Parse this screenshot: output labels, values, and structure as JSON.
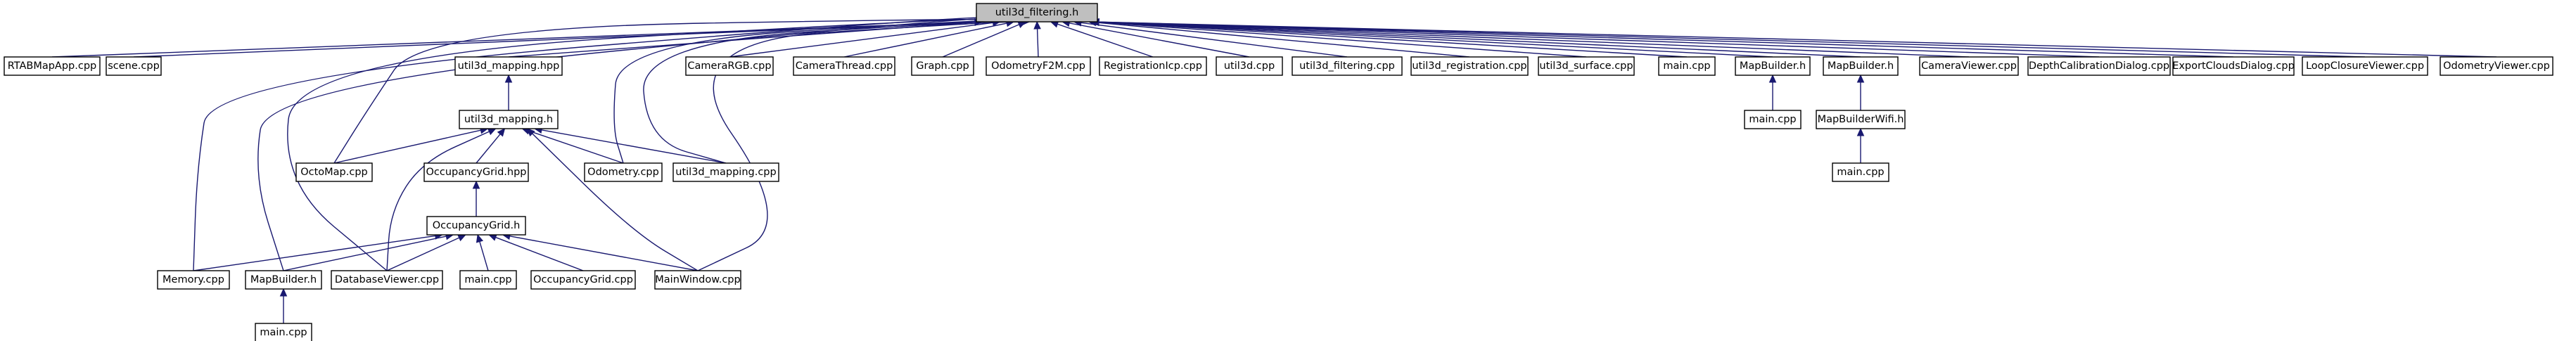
{
  "graph": {
    "root": "util3d_filtering.h",
    "nodes": [
      {
        "id": "root",
        "label": "util3d_filtering.h",
        "root": true
      },
      {
        "id": "rtabmapapp",
        "label": "RTABMapApp.cpp"
      },
      {
        "id": "scene",
        "label": "scene.cpp"
      },
      {
        "id": "mappinghpp",
        "label": "util3d_mapping.hpp"
      },
      {
        "id": "camerargb",
        "label": "CameraRGB.cpp"
      },
      {
        "id": "camerathread",
        "label": "CameraThread.cpp"
      },
      {
        "id": "graphcpp",
        "label": "Graph.cpp"
      },
      {
        "id": "odomf2m",
        "label": "OdometryF2M.cpp"
      },
      {
        "id": "regicp",
        "label": "RegistrationIcp.cpp"
      },
      {
        "id": "util3dcpp",
        "label": "util3d.cpp"
      },
      {
        "id": "filtcpp",
        "label": "util3d_filtering.cpp"
      },
      {
        "id": "regcpp",
        "label": "util3d_registration.cpp"
      },
      {
        "id": "surfcpp",
        "label": "util3d_surface.cpp"
      },
      {
        "id": "main1",
        "label": "main.cpp"
      },
      {
        "id": "mapbuilderh1",
        "label": "MapBuilder.h"
      },
      {
        "id": "mapbuilderh2",
        "label": "MapBuilder.h"
      },
      {
        "id": "camviewer",
        "label": "CameraViewer.cpp"
      },
      {
        "id": "depthcal",
        "label": "DepthCalibrationDialog.cpp"
      },
      {
        "id": "exportclouds",
        "label": "ExportCloudsDialog.cpp"
      },
      {
        "id": "loopclosure",
        "label": "LoopClosureViewer.cpp"
      },
      {
        "id": "odomviewer",
        "label": "OdometryViewer.cpp"
      },
      {
        "id": "mappingh",
        "label": "util3d_mapping.h"
      },
      {
        "id": "main2",
        "label": "main.cpp"
      },
      {
        "id": "mapbuilderwifi",
        "label": "MapBuilderWifi.h"
      },
      {
        "id": "octomap",
        "label": "OctoMap.cpp"
      },
      {
        "id": "occgridhpp",
        "label": "OccupancyGrid.hpp"
      },
      {
        "id": "odometry",
        "label": "Odometry.cpp"
      },
      {
        "id": "mappingcpp",
        "label": "util3d_mapping.cpp"
      },
      {
        "id": "main3",
        "label": "main.cpp"
      },
      {
        "id": "occgridh",
        "label": "OccupancyGrid.h"
      },
      {
        "id": "memory",
        "label": "Memory.cpp"
      },
      {
        "id": "mapbuilderh3",
        "label": "MapBuilder.h"
      },
      {
        "id": "dbviewer",
        "label": "DatabaseViewer.cpp"
      },
      {
        "id": "main4",
        "label": "main.cpp"
      },
      {
        "id": "occgridcpp",
        "label": "OccupancyGrid.cpp"
      },
      {
        "id": "mainwindow",
        "label": "MainWindow.cpp"
      },
      {
        "id": "main5",
        "label": "main.cpp"
      }
    ],
    "edges": [
      {
        "from": "rtabmapapp",
        "to": "root"
      },
      {
        "from": "scene",
        "to": "root"
      },
      {
        "from": "mappinghpp",
        "to": "root"
      },
      {
        "from": "camerargb",
        "to": "root"
      },
      {
        "from": "camerathread",
        "to": "root"
      },
      {
        "from": "graphcpp",
        "to": "root"
      },
      {
        "from": "odomf2m",
        "to": "root"
      },
      {
        "from": "regicp",
        "to": "root"
      },
      {
        "from": "util3dcpp",
        "to": "root"
      },
      {
        "from": "filtcpp",
        "to": "root"
      },
      {
        "from": "regcpp",
        "to": "root"
      },
      {
        "from": "surfcpp",
        "to": "root"
      },
      {
        "from": "main1",
        "to": "root"
      },
      {
        "from": "mapbuilderh1",
        "to": "root"
      },
      {
        "from": "mapbuilderh2",
        "to": "root"
      },
      {
        "from": "camviewer",
        "to": "root"
      },
      {
        "from": "depthcal",
        "to": "root"
      },
      {
        "from": "exportclouds",
        "to": "root"
      },
      {
        "from": "loopclosure",
        "to": "root"
      },
      {
        "from": "odomviewer",
        "to": "root"
      },
      {
        "from": "octomap",
        "to": "root"
      },
      {
        "from": "odometry",
        "to": "root"
      },
      {
        "from": "mappingcpp",
        "to": "root"
      },
      {
        "from": "memory",
        "to": "root"
      },
      {
        "from": "mapbuilderh3",
        "to": "root"
      },
      {
        "from": "dbviewer",
        "to": "root"
      },
      {
        "from": "mainwindow",
        "to": "root"
      },
      {
        "from": "mappingh",
        "to": "mappinghpp"
      },
      {
        "from": "octomap",
        "to": "mappingh"
      },
      {
        "from": "occgridhpp",
        "to": "mappingh"
      },
      {
        "from": "odometry",
        "to": "mappingh"
      },
      {
        "from": "mappingcpp",
        "to": "mappingh"
      },
      {
        "from": "dbviewer",
        "to": "mappingh"
      },
      {
        "from": "mainwindow",
        "to": "mappingh"
      },
      {
        "from": "occgridh",
        "to": "occgridhpp"
      },
      {
        "from": "memory",
        "to": "occgridh"
      },
      {
        "from": "mapbuilderh3",
        "to": "occgridh"
      },
      {
        "from": "dbviewer",
        "to": "occgridh"
      },
      {
        "from": "main4",
        "to": "occgridh"
      },
      {
        "from": "occgridcpp",
        "to": "occgridh"
      },
      {
        "from": "mainwindow",
        "to": "occgridh"
      },
      {
        "from": "main5",
        "to": "mapbuilderh3"
      },
      {
        "from": "main2",
        "to": "mapbuilderh1"
      },
      {
        "from": "mapbuilderwifi",
        "to": "mapbuilderh2"
      },
      {
        "from": "main3",
        "to": "mapbuilderwifi"
      }
    ]
  }
}
